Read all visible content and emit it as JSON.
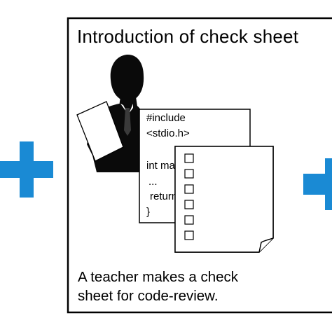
{
  "panel": {
    "title": "Introduction of check sheet",
    "caption_lines": [
      "A teacher makes a check",
      "sheet for code-review."
    ]
  },
  "code_sheet": {
    "lines": [
      "#include",
      "<stdio.h>",
      "int main",
      "...",
      "return",
      "}"
    ]
  },
  "check_sheet": {
    "checkbox_count": 6
  },
  "colors": {
    "arrow_blue": "#1a8ad4",
    "border": "#000000",
    "silhouette": "#0a0a0a"
  },
  "icons": {
    "left": "plus-icon",
    "right": "right-arrow-icon",
    "person": "teacher-silhouette-icon"
  }
}
